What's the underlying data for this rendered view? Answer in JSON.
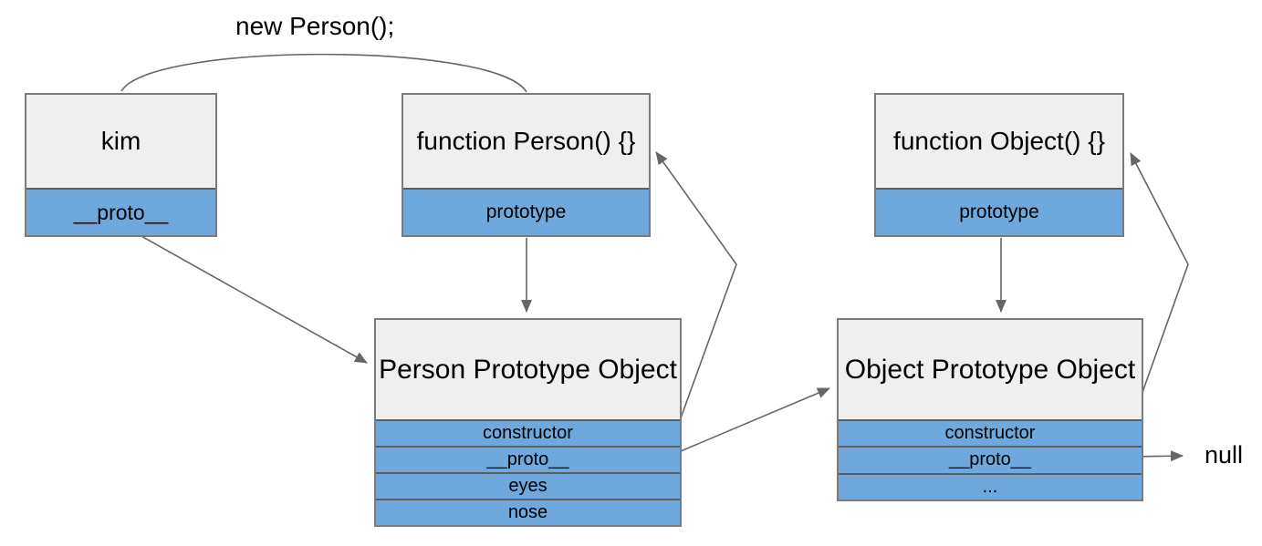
{
  "diagram": {
    "labels": {
      "new_person": "new Person();",
      "null_ref": "null"
    },
    "boxes": {
      "kim": {
        "title": "kim",
        "rows": [
          "__proto__"
        ]
      },
      "function_person": {
        "title": "function Person() {}",
        "rows": [
          "prototype"
        ]
      },
      "function_object": {
        "title": "function Object() {}",
        "rows": [
          "prototype"
        ]
      },
      "person_prototype": {
        "title": "Person Prototype Object",
        "rows": [
          "constructor",
          "__proto__",
          "eyes",
          "nose"
        ]
      },
      "object_prototype": {
        "title": "Object Prototype Object",
        "rows": [
          "constructor",
          "__proto__",
          "..."
        ]
      }
    },
    "connections": [
      {
        "from": "kim",
        "to": "function Person() {}",
        "label": "new Person();",
        "style": "arc-no-arrowhead"
      },
      {
        "from": "kim.__proto__",
        "to": "Person Prototype Object"
      },
      {
        "from": "function Person().prototype",
        "to": "Person Prototype Object"
      },
      {
        "from": "Person Prototype Object.constructor",
        "to": "function Person() {}"
      },
      {
        "from": "Person Prototype Object.__proto__",
        "to": "Object Prototype Object"
      },
      {
        "from": "function Object().prototype",
        "to": "Object Prototype Object"
      },
      {
        "from": "Object Prototype Object.constructor",
        "to": "function Object() {}"
      },
      {
        "from": "Object Prototype Object.__proto__",
        "to": "null"
      }
    ],
    "colors": {
      "header_fill": "#efefef",
      "row_fill": "#6fa8dc",
      "box_border": "#7b7b7b",
      "row_divider": "#5e5e5e",
      "arrow": "#666666",
      "text": "#000000",
      "background": "#ffffff"
    }
  }
}
